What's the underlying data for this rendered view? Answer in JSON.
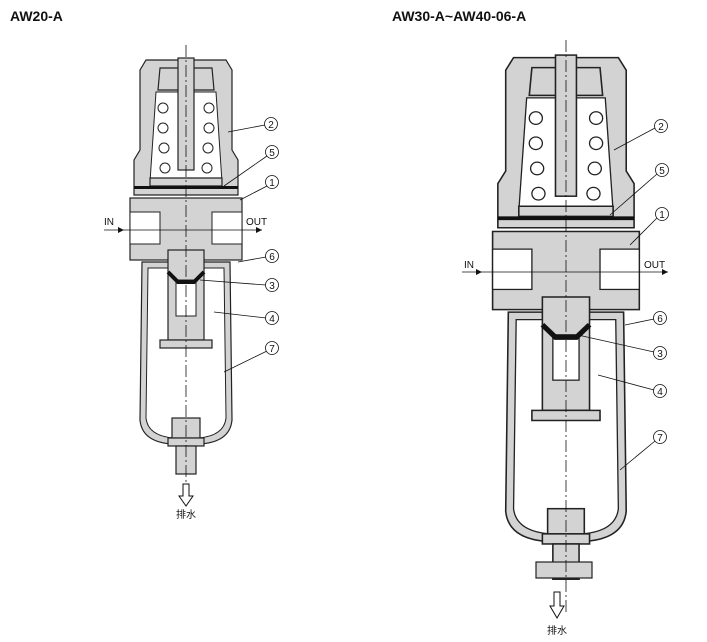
{
  "diagrams": [
    {
      "title": "AW20-A",
      "in_label": "IN",
      "out_label": "OUT",
      "drain_label": "排水",
      "callouts": [
        "2",
        "5",
        "1",
        "6",
        "3",
        "4",
        "7"
      ]
    },
    {
      "title": "AW30-A~AW40-06-A",
      "in_label": "IN",
      "out_label": "OUT",
      "drain_label": "排水",
      "callouts": [
        "2",
        "5",
        "1",
        "6",
        "3",
        "4",
        "7"
      ]
    }
  ]
}
